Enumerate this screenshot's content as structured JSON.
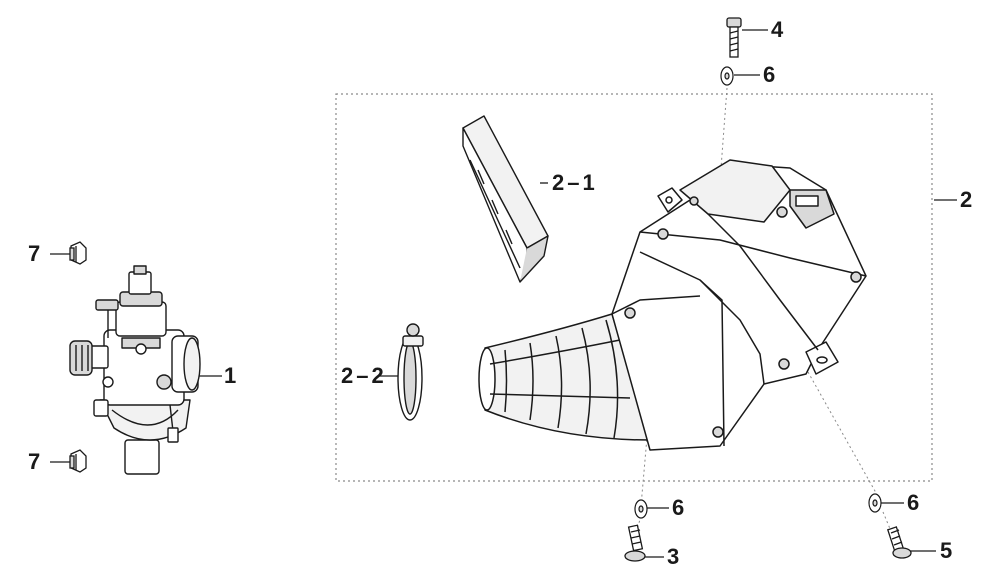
{
  "callouts": {
    "c1": "1",
    "c2": "2",
    "c2_1": "2-1",
    "c2_2": "2-2",
    "c3": "3",
    "c4": "4",
    "c5": "5",
    "c6a": "6",
    "c6b": "6",
    "c6c": "6",
    "c7a": "7",
    "c7b": "7"
  },
  "colors": {
    "line": "#1a1a1a",
    "shade": "#d9d9d9",
    "light": "#f2f2f2",
    "dotted": "#8a8a8a"
  }
}
